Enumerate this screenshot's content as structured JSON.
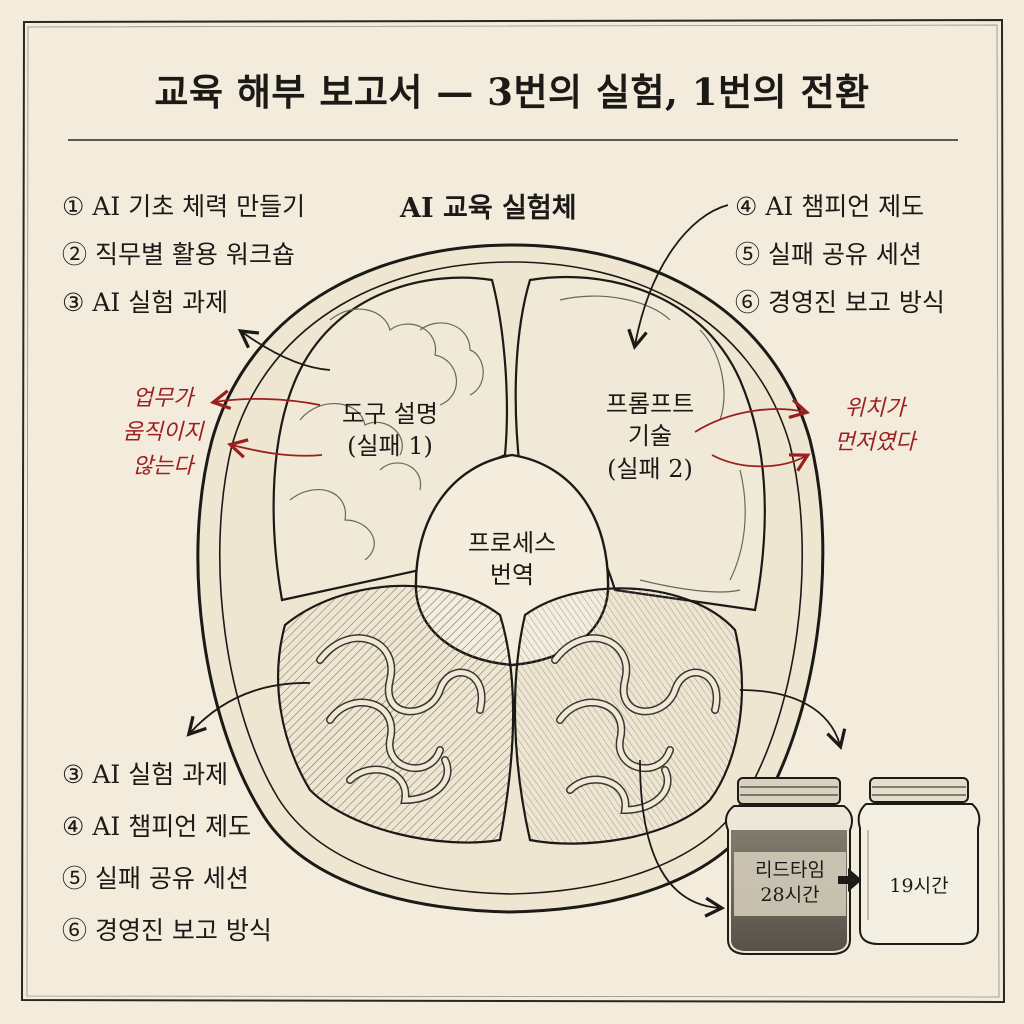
{
  "title": "교육 해부 보고서 — 3번의 실험, 1번의 전환",
  "center_label": "AI 교육 실험체",
  "top_left_list": [
    "① AI 기초 체력 만들기",
    "② 직무별 활용 워크숍",
    "③ AI 실험 과제"
  ],
  "top_right_list": [
    "④ AI 챔피언 제도",
    "⑤ 실패 공유 세션",
    "⑥ 경영진 보고 방식"
  ],
  "bottom_left_list": [
    "③ AI 실험 과제",
    "④ AI 챔피언 제도",
    "⑤ 실패 공유 세션",
    "⑥ 경영진 보고 방식"
  ],
  "regions": {
    "left": {
      "line1": "도구 설명",
      "line2": "(실패 1)"
    },
    "right": {
      "line1": "프롬프트",
      "line2": "기술",
      "line3": "(실패 2)"
    },
    "center": {
      "line1": "프로세스",
      "line2": "번역"
    }
  },
  "notes": {
    "left": [
      "업무가",
      "움직이지",
      "않는다"
    ],
    "right": [
      "위치가",
      "먼저였다"
    ]
  },
  "jars": {
    "before": {
      "line1": "리드타임",
      "line2": "28시간"
    },
    "after": {
      "line1": "19시간"
    }
  },
  "colors": {
    "paper": "#f3ecdd",
    "ink": "#1c1a17",
    "red_note": "#9b1f1f",
    "jar_fill": "#4a463e"
  }
}
